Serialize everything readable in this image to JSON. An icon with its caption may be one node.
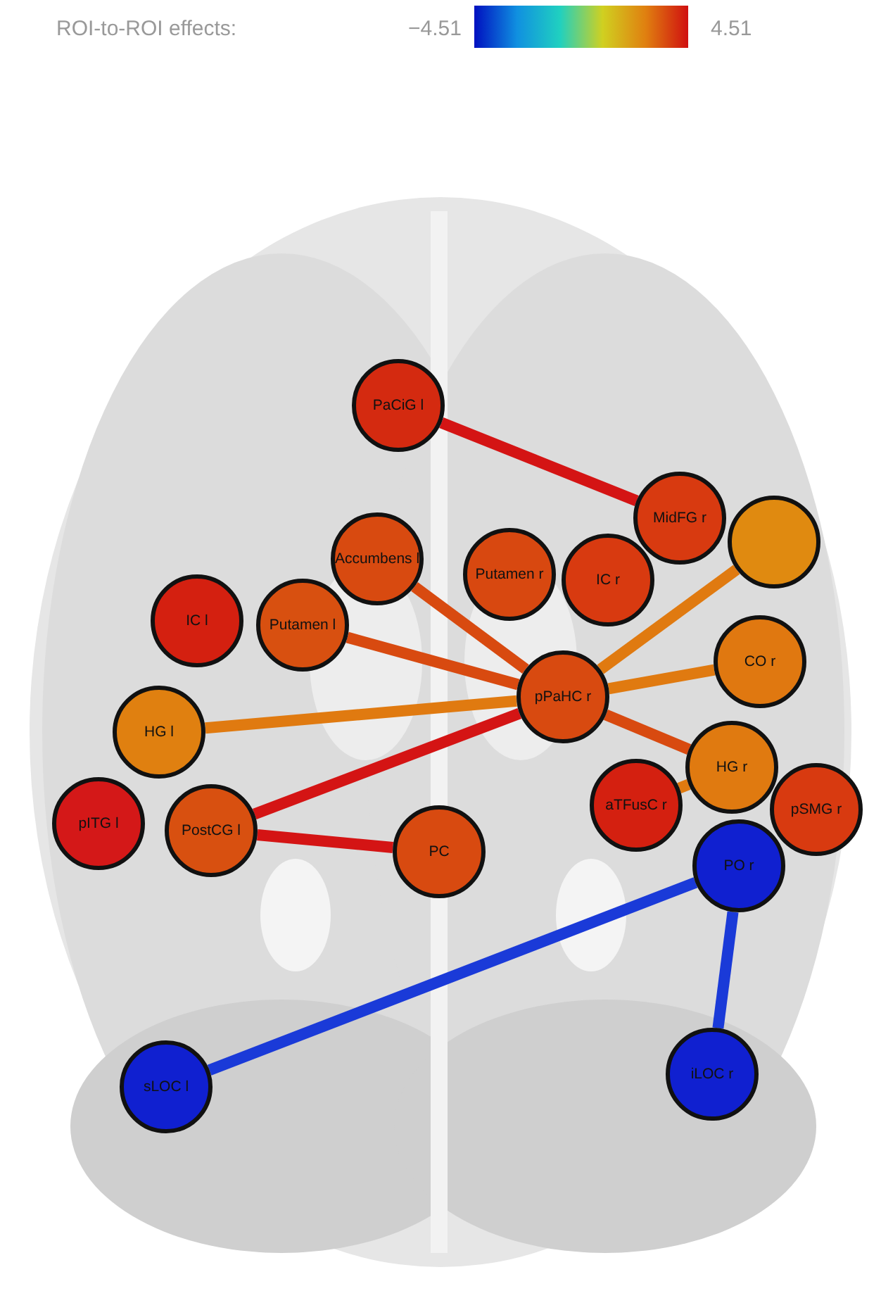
{
  "diagram": {
    "nodes": [
      {
        "text": [
          "PaCiG l"
        ]
      },
      {
        "text": [],
        "shape": "circle"
      },
      {
        "text": [
          "MidFG r"
        ]
      },
      {
        "text": [
          "Accumbens l"
        ]
      },
      {
        "text": [
          "IC l"
        ]
      },
      {
        "text": [
          "Putamen l"
        ]
      },
      {
        "text": [
          "Putamen r"
        ]
      },
      {
        "text": [
          "IC r"
        ]
      },
      {
        "text": [
          "aTFusC r"
        ]
      },
      {
        "text": [
          "pPaHC r"
        ]
      },
      {
        "text": [
          "CO r"
        ]
      },
      {
        "text": [
          "HG l"
        ]
      },
      {
        "text": [
          "pSMG r"
        ]
      },
      {
        "text": [
          "HG r"
        ]
      },
      {
        "text": [
          "pITG l"
        ]
      },
      {
        "text": [
          "PostCG l"
        ]
      },
      {
        "text": [
          "PO r"
        ]
      },
      {
        "text": [
          "PC"
        ]
      },
      {
        "text": [
          "sLOC l"
        ]
      },
      {
        "text": [
          "iLOC r"
        ]
      }
    ],
    "edges": [
      {
        "from": 0,
        "to": 2,
        "arrow": "none",
        "color": "#d41414"
      },
      {
        "from": 1,
        "to": 9,
        "arrow": "none",
        "color": "#e07a10"
      },
      {
        "from": 3,
        "to": 9,
        "arrow": "none",
        "color": "#d84a10"
      },
      {
        "from": 5,
        "to": 9,
        "arrow": "none",
        "color": "#d84a10"
      },
      {
        "from": 11,
        "to": 9,
        "arrow": "none",
        "color": "#e07a10"
      },
      {
        "from": 15,
        "to": 9,
        "arrow": "none",
        "color": "#d41414"
      },
      {
        "from": 15,
        "to": 17,
        "arrow": "none",
        "color": "#d41414"
      },
      {
        "from": 9,
        "to": 10,
        "arrow": "none",
        "color": "#e07a10"
      },
      {
        "from": 9,
        "to": 13,
        "arrow": "none",
        "color": "#d84a10"
      },
      {
        "from": 8,
        "to": 13,
        "arrow": "none",
        "color": "#e07a10"
      },
      {
        "from": 16,
        "to": 18,
        "arrow": "none",
        "color": "#1a3ad8"
      },
      {
        "from": 16,
        "to": 19,
        "arrow": "none",
        "color": "#1a3ad8"
      }
    ],
    "labels": [
      "ROI-to-ROI effects:",
      "−4.51",
      "4.51"
    ]
  }
}
